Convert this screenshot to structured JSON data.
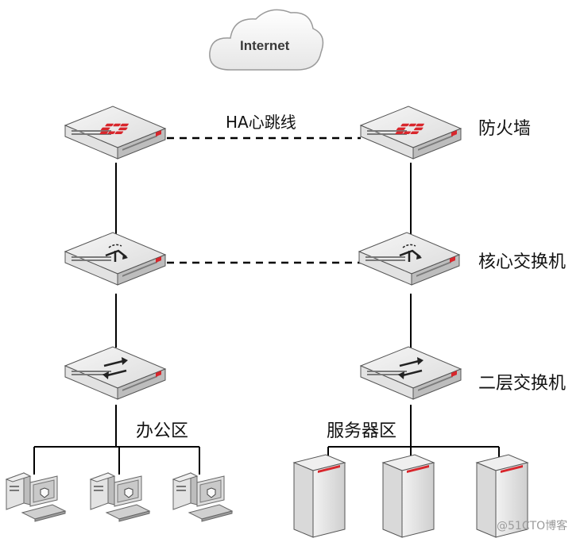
{
  "cloud": {
    "label": "Internet"
  },
  "links": {
    "ha_label": "HA心跳线"
  },
  "tiers": {
    "firewall": "防火墙",
    "core_switch": "核心交换机",
    "access_switch": "二层交换机"
  },
  "zones": {
    "office": "办公区",
    "server": "服务器区"
  },
  "watermark": "@51CTO博客",
  "colors": {
    "fortinet_red": "#d8262c",
    "device_top": "#eeeeee",
    "device_side": "#c9c9c9",
    "line": "#000000"
  }
}
